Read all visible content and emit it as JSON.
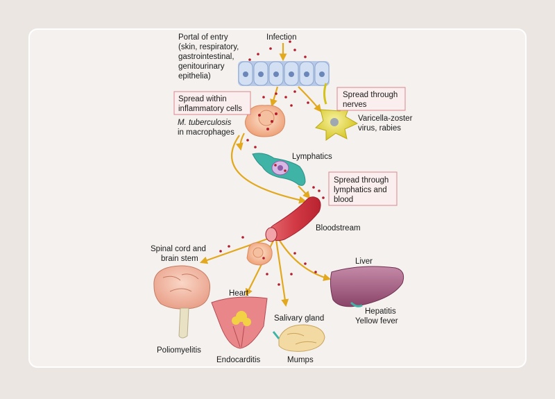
{
  "labels": {
    "portal": [
      "Portal of entry",
      "(skin, respiratory,",
      "gastrointestinal,",
      "genitourinary",
      "epithelia)"
    ],
    "infection": "Infection",
    "spread_inflammatory": [
      "Spread within",
      "inflammatory cells"
    ],
    "spread_nerves": [
      "Spread through",
      "nerves"
    ],
    "tuberculosis": [
      "M. tuberculosis",
      "in macrophages"
    ],
    "varicella": [
      "Varicella-zoster",
      "virus, rabies"
    ],
    "lymphatics": "Lymphatics",
    "spread_lymph_blood": [
      "Spread through",
      "lymphatics and",
      "blood"
    ],
    "bloodstream": "Bloodstream",
    "spinal": [
      "Spinal cord and",
      "brain stem"
    ],
    "liver": "Liver",
    "heart": "Heart",
    "salivary": "Salivary gland",
    "hepatitis": [
      "Hepatitis",
      "Yellow fever"
    ],
    "poliomyelitis": "Poliomyelitis",
    "endocarditis": "Endocarditis",
    "mumps": "Mumps"
  },
  "colors": {
    "background": "#ece6e3",
    "panel": "#f4f1ef",
    "label_box_fill": "#fbeeee",
    "label_box_stroke": "#d9868c",
    "arrow": "#e2a81e",
    "microbe": "#b01e2c",
    "epithelium": "#c9d8ee",
    "macrophage": "#f2b58f",
    "nerve_cell": "#e8dd3a",
    "lymphatic": "#3fb3a6",
    "blood_vessel": "#d8424c",
    "liver": "#a55c82",
    "brain": "#f0b9a4",
    "heart": "#e8868a",
    "salivary": "#f3d9a2"
  }
}
